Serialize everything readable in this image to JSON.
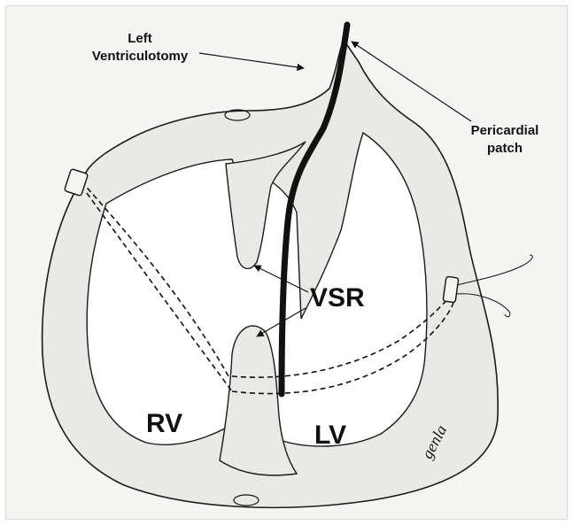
{
  "labels": {
    "left_ventriculotomy_line1": "Left",
    "left_ventriculotomy_line2": "Ventriculotomy",
    "pericardial_line1": "Pericardial",
    "pericardial_line2": "patch",
    "vsr": "VSR",
    "rv": "RV",
    "lv": "LV"
  },
  "signature": "genla",
  "colors": {
    "ink": "#1a1a1a",
    "paper": "#f5f5f3",
    "shade": "#c9c9c4"
  }
}
